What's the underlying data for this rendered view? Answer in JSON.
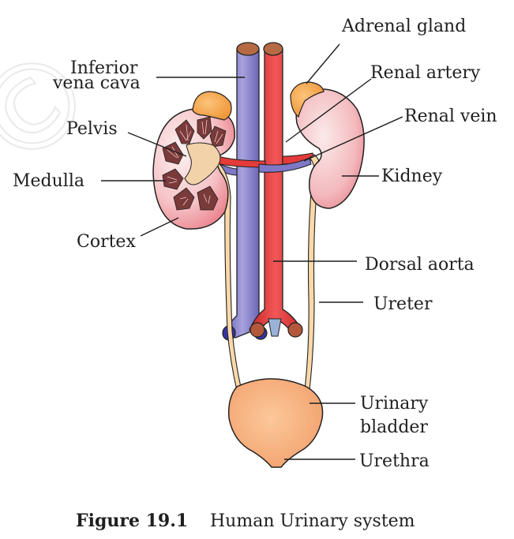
{
  "diagram": {
    "watermark": "©",
    "labels": {
      "adrenal_gland": "Adrenal gland",
      "inferior_vena_cava_line1": "Inferior",
      "inferior_vena_cava_line2": "vena cava",
      "renal_artery": "Renal artery",
      "renal_vein": "Renal vein",
      "pelvis": "Pelvis",
      "medulla": "Medulla",
      "kidney": "Kidney",
      "cortex": "Cortex",
      "dorsal_aorta": "Dorsal aorta",
      "ureter": "Ureter",
      "urinary_bladder_line1": "Urinary",
      "urinary_bladder_line2": "bladder",
      "urethra": "Urethra"
    }
  },
  "caption": {
    "figure_number": "Figure 19.1",
    "title": "Human Urinary system"
  },
  "colors": {
    "vena_cava": "#8c86c8",
    "aorta": "#e53a3a",
    "kidney": "#f3b2b8",
    "adrenal": "#f6a64a",
    "ureter": "#fbd8a8",
    "bladder": "#f8b078",
    "vessel_cut": "#a85a3c"
  }
}
